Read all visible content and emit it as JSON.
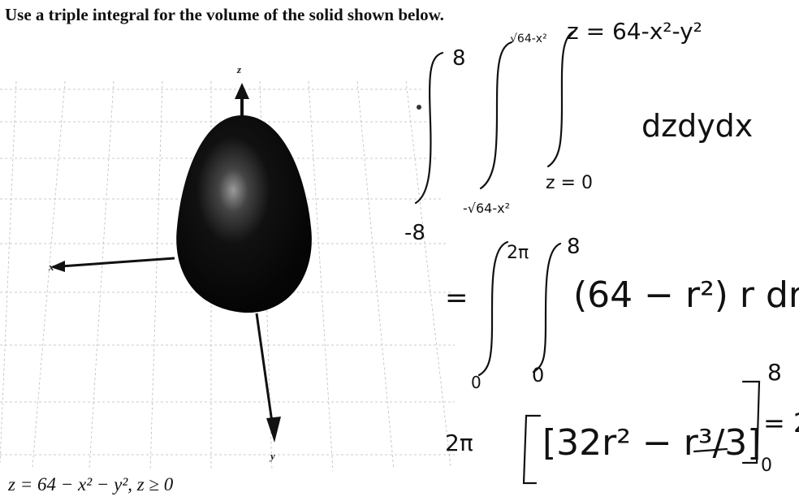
{
  "question": "Use a triple integral for the volume of the solid shown below.",
  "caption": "z = 64 − x² − y²,  z ≥ 0",
  "figure": {
    "axis_labels": {
      "z": "z",
      "x": "x",
      "y": "y"
    },
    "surface_color": "#0a0a0a",
    "highlight_color": "#9a9a9a"
  },
  "handwriting": {
    "line1": {
      "outer_upper": "8",
      "outer_lower": "-8",
      "middle_upper": "√64-x²",
      "middle_lower": "-√64-x²",
      "inner_upper": "z = 64-x²-y²",
      "inner_lower": "z = 0",
      "differential": "dzdydx"
    },
    "line2": {
      "prefix": "=",
      "outer_upper": "2π",
      "outer_lower": "0",
      "inner_upper": "8",
      "inner_lower": "0",
      "integrand": "(64 − r²) r dr"
    },
    "line3": {
      "coefficient": "2π",
      "expression": "[32r² − r³/3]",
      "upper": "8",
      "lower": "0",
      "tail": "= 2"
    }
  }
}
